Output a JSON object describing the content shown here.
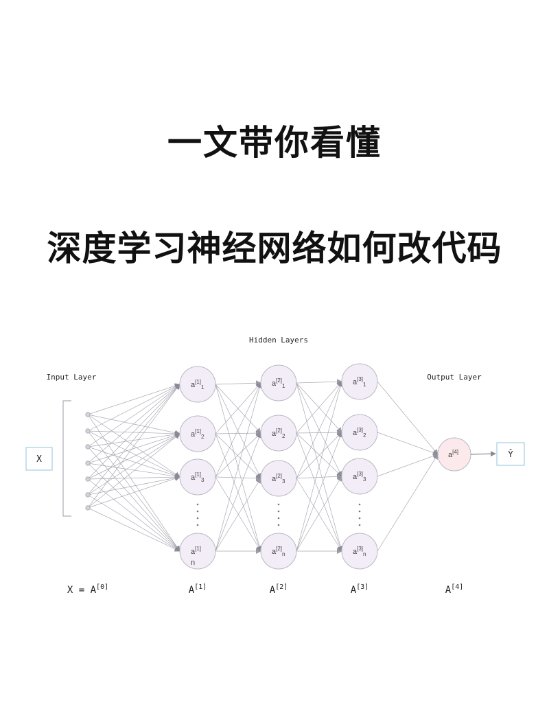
{
  "titles": {
    "line1": "一文带你看懂",
    "line2": "深度学习神经网络如何改代码"
  },
  "diagram": {
    "hidden_layers_label": "Hidden Layers",
    "input_layer_label": "Input Layer",
    "output_layer_label": "Output Layer",
    "input_box": "X",
    "output_box": "Ŷ",
    "hidden": [
      {
        "base": "a",
        "sup": "[1]",
        "subs": [
          "1",
          "2",
          "3",
          "n"
        ]
      },
      {
        "base": "a",
        "sup": "[2]",
        "subs": [
          "1",
          "2",
          "3",
          "n"
        ]
      },
      {
        "base": "a",
        "sup": "[3]",
        "subs": [
          "1",
          "2",
          "3",
          "n"
        ]
      }
    ],
    "output_node": {
      "base": "a",
      "sup": "[4]"
    },
    "bottom_labels": [
      {
        "text": "X = A",
        "sup": "[0]"
      },
      {
        "text": "A",
        "sup": "[1]"
      },
      {
        "text": "A",
        "sup": "[2]"
      },
      {
        "text": "A",
        "sup": "[3]"
      },
      {
        "text": "A",
        "sup": "[4]"
      }
    ],
    "colors": {
      "node_fill": "#f3edf8",
      "output_fill": "#fbe9ec",
      "stroke": "#b8b8c2",
      "line": "#9a9aa6",
      "box_border": "#8fc4d8"
    }
  }
}
